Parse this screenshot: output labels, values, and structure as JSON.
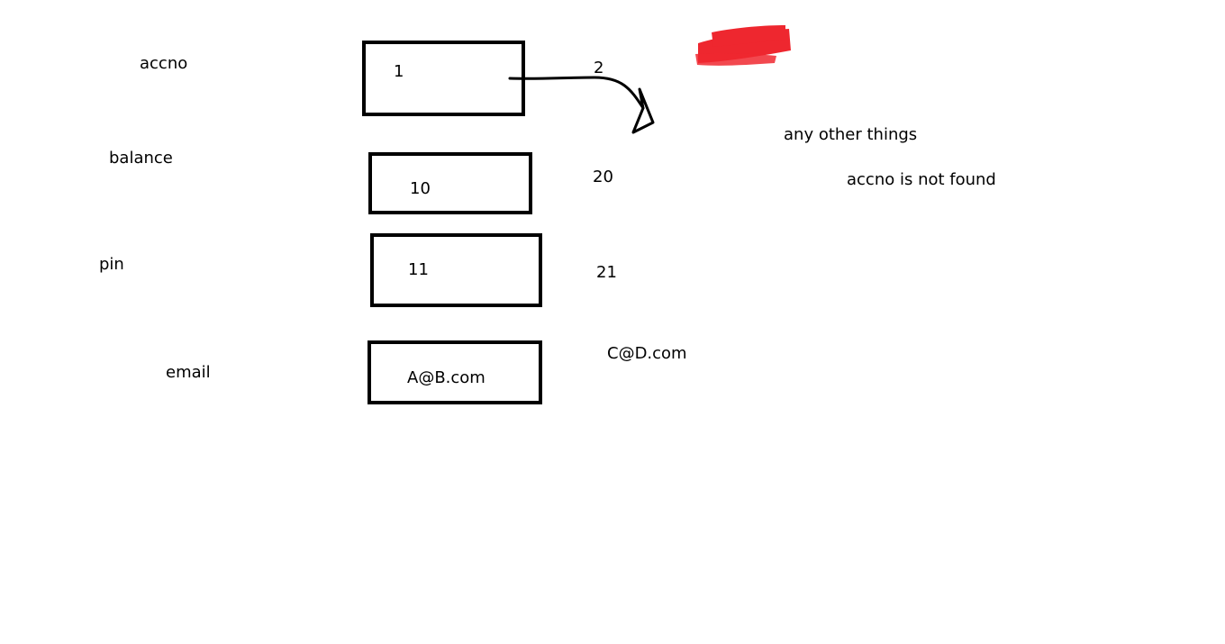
{
  "fields": [
    {
      "label": "accno",
      "old_value": "1",
      "new_value": "2"
    },
    {
      "label": "balance",
      "old_value": "10",
      "new_value": "20"
    },
    {
      "label": "pin",
      "old_value": "11",
      "new_value": "21"
    },
    {
      "label": "email",
      "old_value": "A@B.com",
      "new_value": "C@D.com"
    }
  ],
  "notes": [
    "any other things",
    "accno is not found"
  ],
  "colors": {
    "stroke": "#000000",
    "highlight": "#ee1c24",
    "background": "#ffffff"
  }
}
